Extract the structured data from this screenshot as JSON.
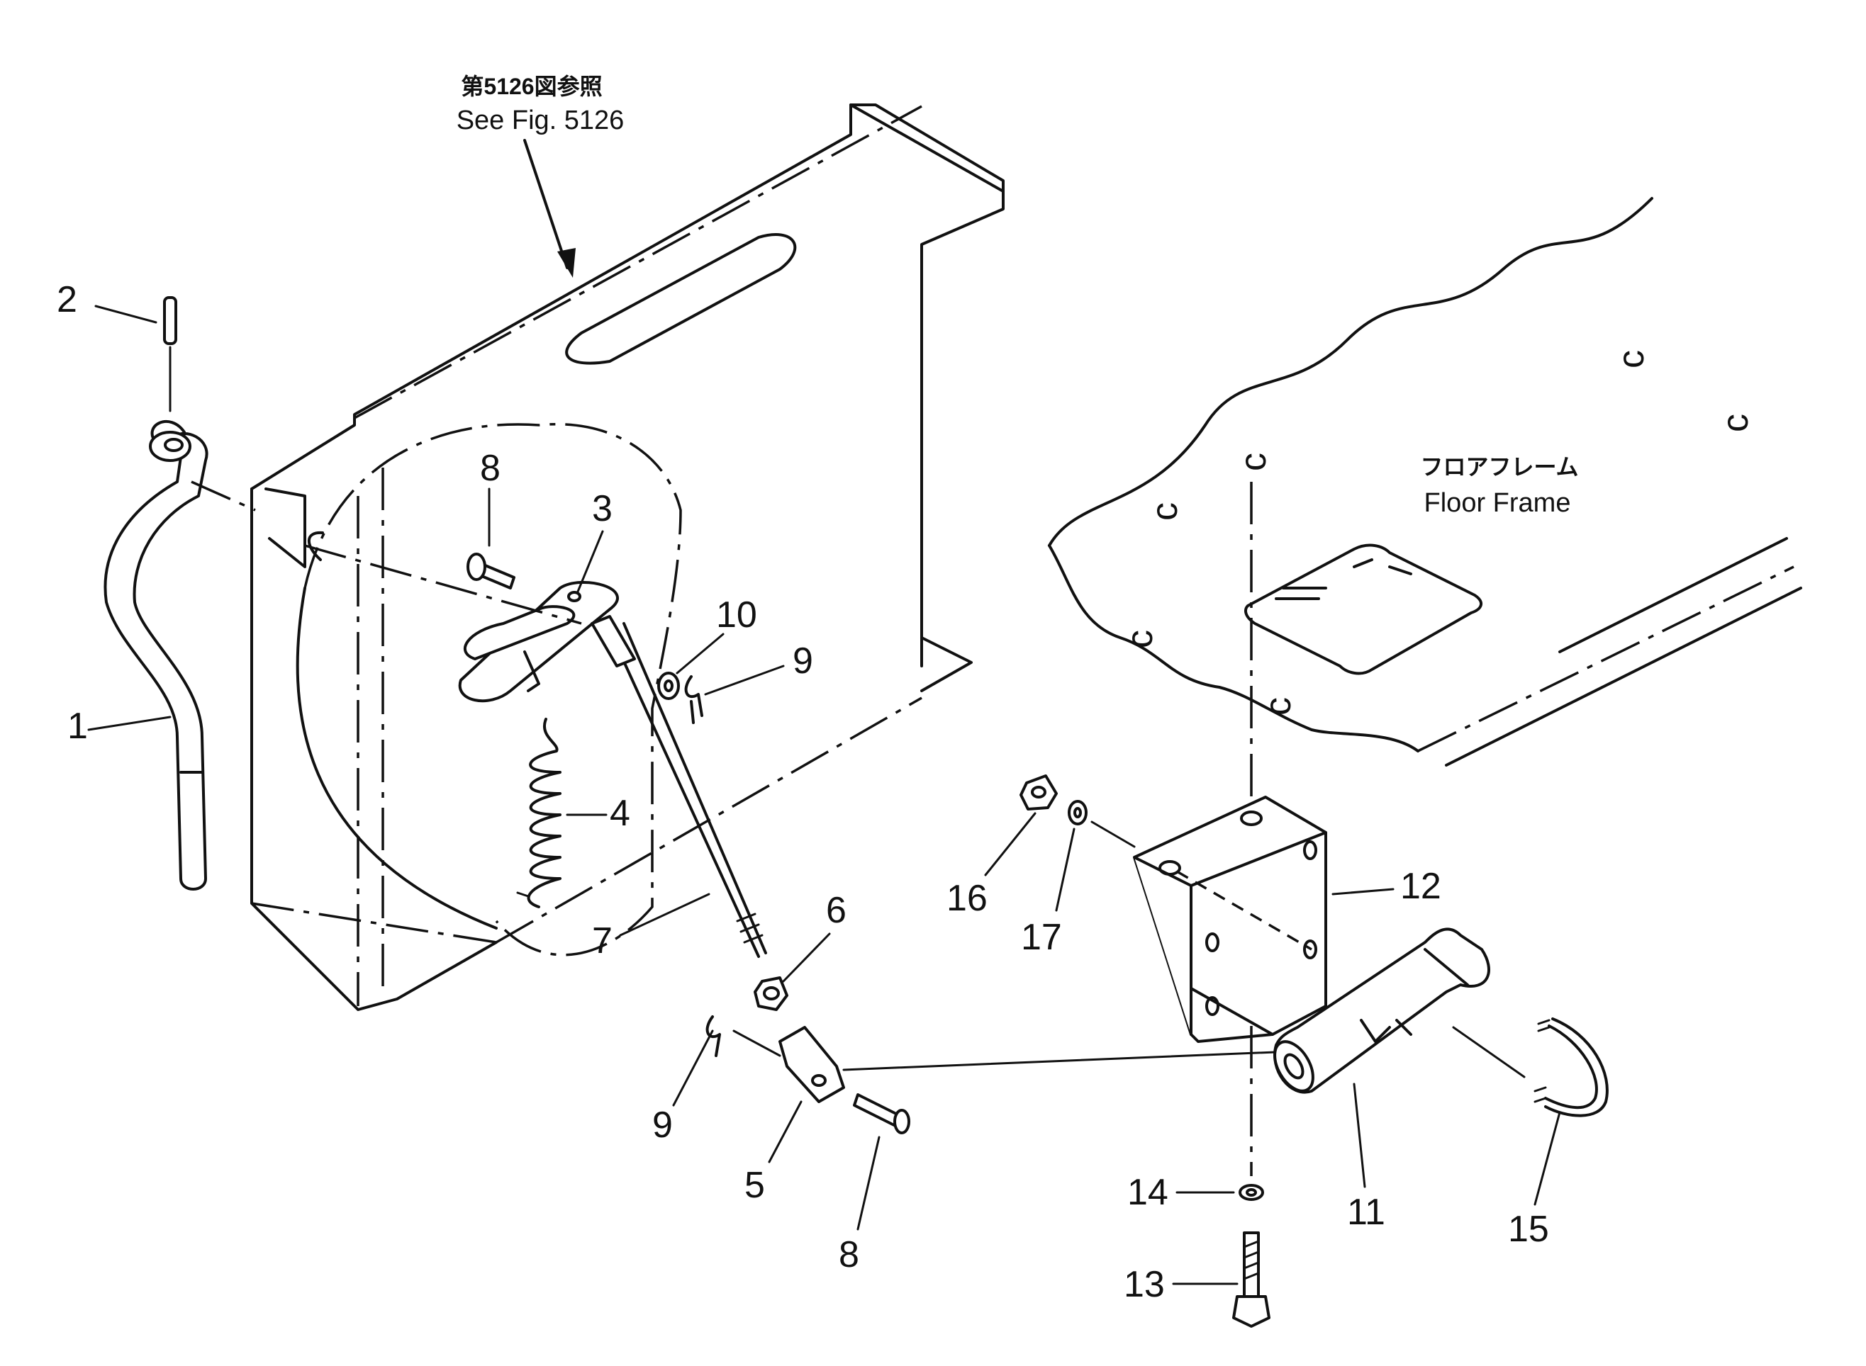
{
  "callouts": {
    "fig_ref_jp": "第5126図参照",
    "fig_ref_en": "See Fig. 5126",
    "floor_frame_jp": "フロアフレーム",
    "floor_frame_en": "Floor Frame"
  },
  "part_labels": {
    "p1": "1",
    "p2": "2",
    "p3": "3",
    "p4": "4",
    "p5": "5",
    "p6": "6",
    "p7": "7",
    "p8a": "8",
    "p8b": "8",
    "p9a": "9",
    "p9b": "9",
    "p10": "10",
    "p11": "11",
    "p12": "12",
    "p13": "13",
    "p14": "14",
    "p15": "15",
    "p16": "16",
    "p17": "17"
  },
  "hole_marks": {
    "c": "c"
  }
}
